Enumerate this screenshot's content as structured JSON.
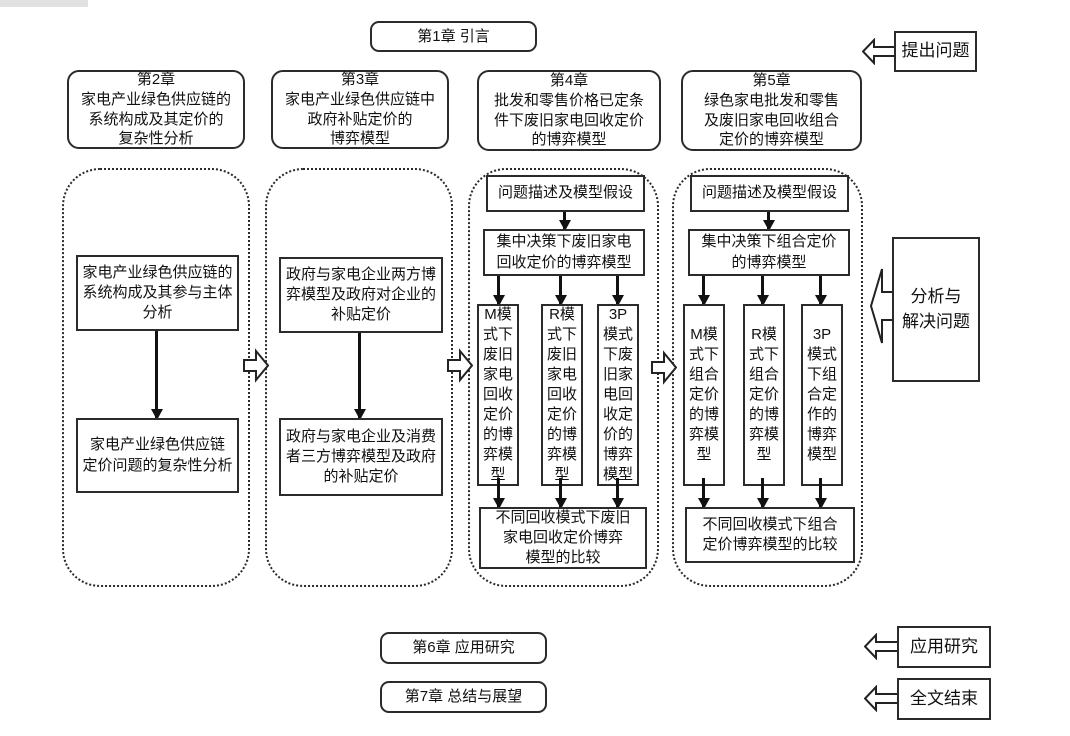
{
  "chapter1": "第1章 引言",
  "side_labels": {
    "propose": "提出问题",
    "analyze": "分析与\n解决问题",
    "apply": "应用研究",
    "end": "全文结束"
  },
  "bottom": {
    "chapter6": "第6章 应用研究",
    "chapter7": "第7章 总结与展望"
  },
  "columns": [
    {
      "header": "第2章\n家电产业绿色供应链的\n系统构成及其定价的\n复杂性分析",
      "boxes": [
        "家电产业绿色供应链的\n系统构成及其参与主体\n分析",
        "家电产业绿色供应链\n定价问题的复杂性分析"
      ]
    },
    {
      "header": "第3章\n家电产业绿色供应链中\n政府补贴定价的\n博弈模型",
      "boxes": [
        "政府与家电企业两方博\n弈模型及政府对企业的\n补贴定价",
        "政府与家电企业及消费\n者三方博弈模型及政府\n的补贴定价"
      ]
    },
    {
      "header": "第4章\n批发和零售价格已定条\n件下废旧家电回收定价\n的博弈模型",
      "problem_box": "问题描述及模型假设",
      "central_box": "集中决策下废旧家电\n回收定价的博弈模型",
      "mode_boxes": [
        "M模式下废旧家电回收定价的博弈模型",
        "R模式下废旧家电回收定价的博弈模型",
        "3P模式下废旧家电回收定价的博弈模型"
      ],
      "compare_box": "不同回收模式下废旧\n家电回收定价博弈\n模型的比较"
    },
    {
      "header": "第5章\n绿色家电批发和零售\n及废旧家电回收组合\n定价的博弈模型",
      "problem_box": "问题描述及模型假设",
      "central_box": "集中决策下组合定价\n的博弈模型",
      "mode_boxes": [
        "M模式下组合定价的博弈模型",
        "R模式下组合定价的博弈模型",
        "3P模式下组合定作的博弈模型"
      ],
      "compare_box": "不同回收模式下组合\n定价博弈模型的比较"
    }
  ],
  "colors": {
    "line": "#222222",
    "background": "#ffffff"
  }
}
